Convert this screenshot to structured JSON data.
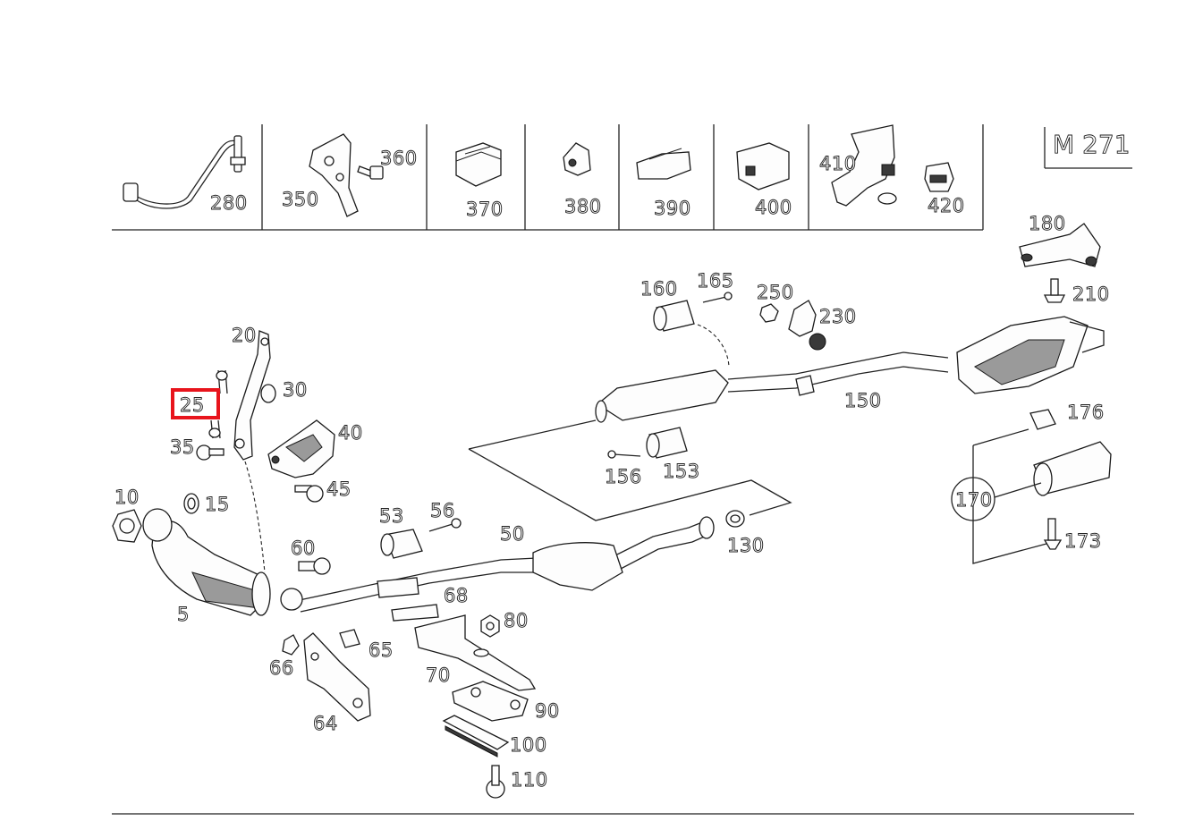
{
  "header": {
    "model_code": "M 271",
    "panel_labels": [
      "280",
      "350",
      "360",
      "370",
      "380",
      "390",
      "400",
      "410",
      "420"
    ]
  },
  "callouts": {
    "c5": "5",
    "c10": "10",
    "c15": "15",
    "c20": "20",
    "c25": "25",
    "c30": "30",
    "c35": "35",
    "c40": "40",
    "c45": "45",
    "c50": "50",
    "c53": "53",
    "c56": "56",
    "c60": "60",
    "c64": "64",
    "c65": "65",
    "c66": "66",
    "c68": "68",
    "c70": "70",
    "c80": "80",
    "c90": "90",
    "c100": "100",
    "c110": "110",
    "c130": "130",
    "c150": "150",
    "c153": "153",
    "c156": "156",
    "c160": "160",
    "c165": "165",
    "c170": "170",
    "c173": "173",
    "c176": "176",
    "c180": "180",
    "c210": "210",
    "c230": "230",
    "c250": "250"
  },
  "highlighted_callout": "25",
  "colors": {
    "highlight": "#e8141c",
    "line": "#222222"
  }
}
